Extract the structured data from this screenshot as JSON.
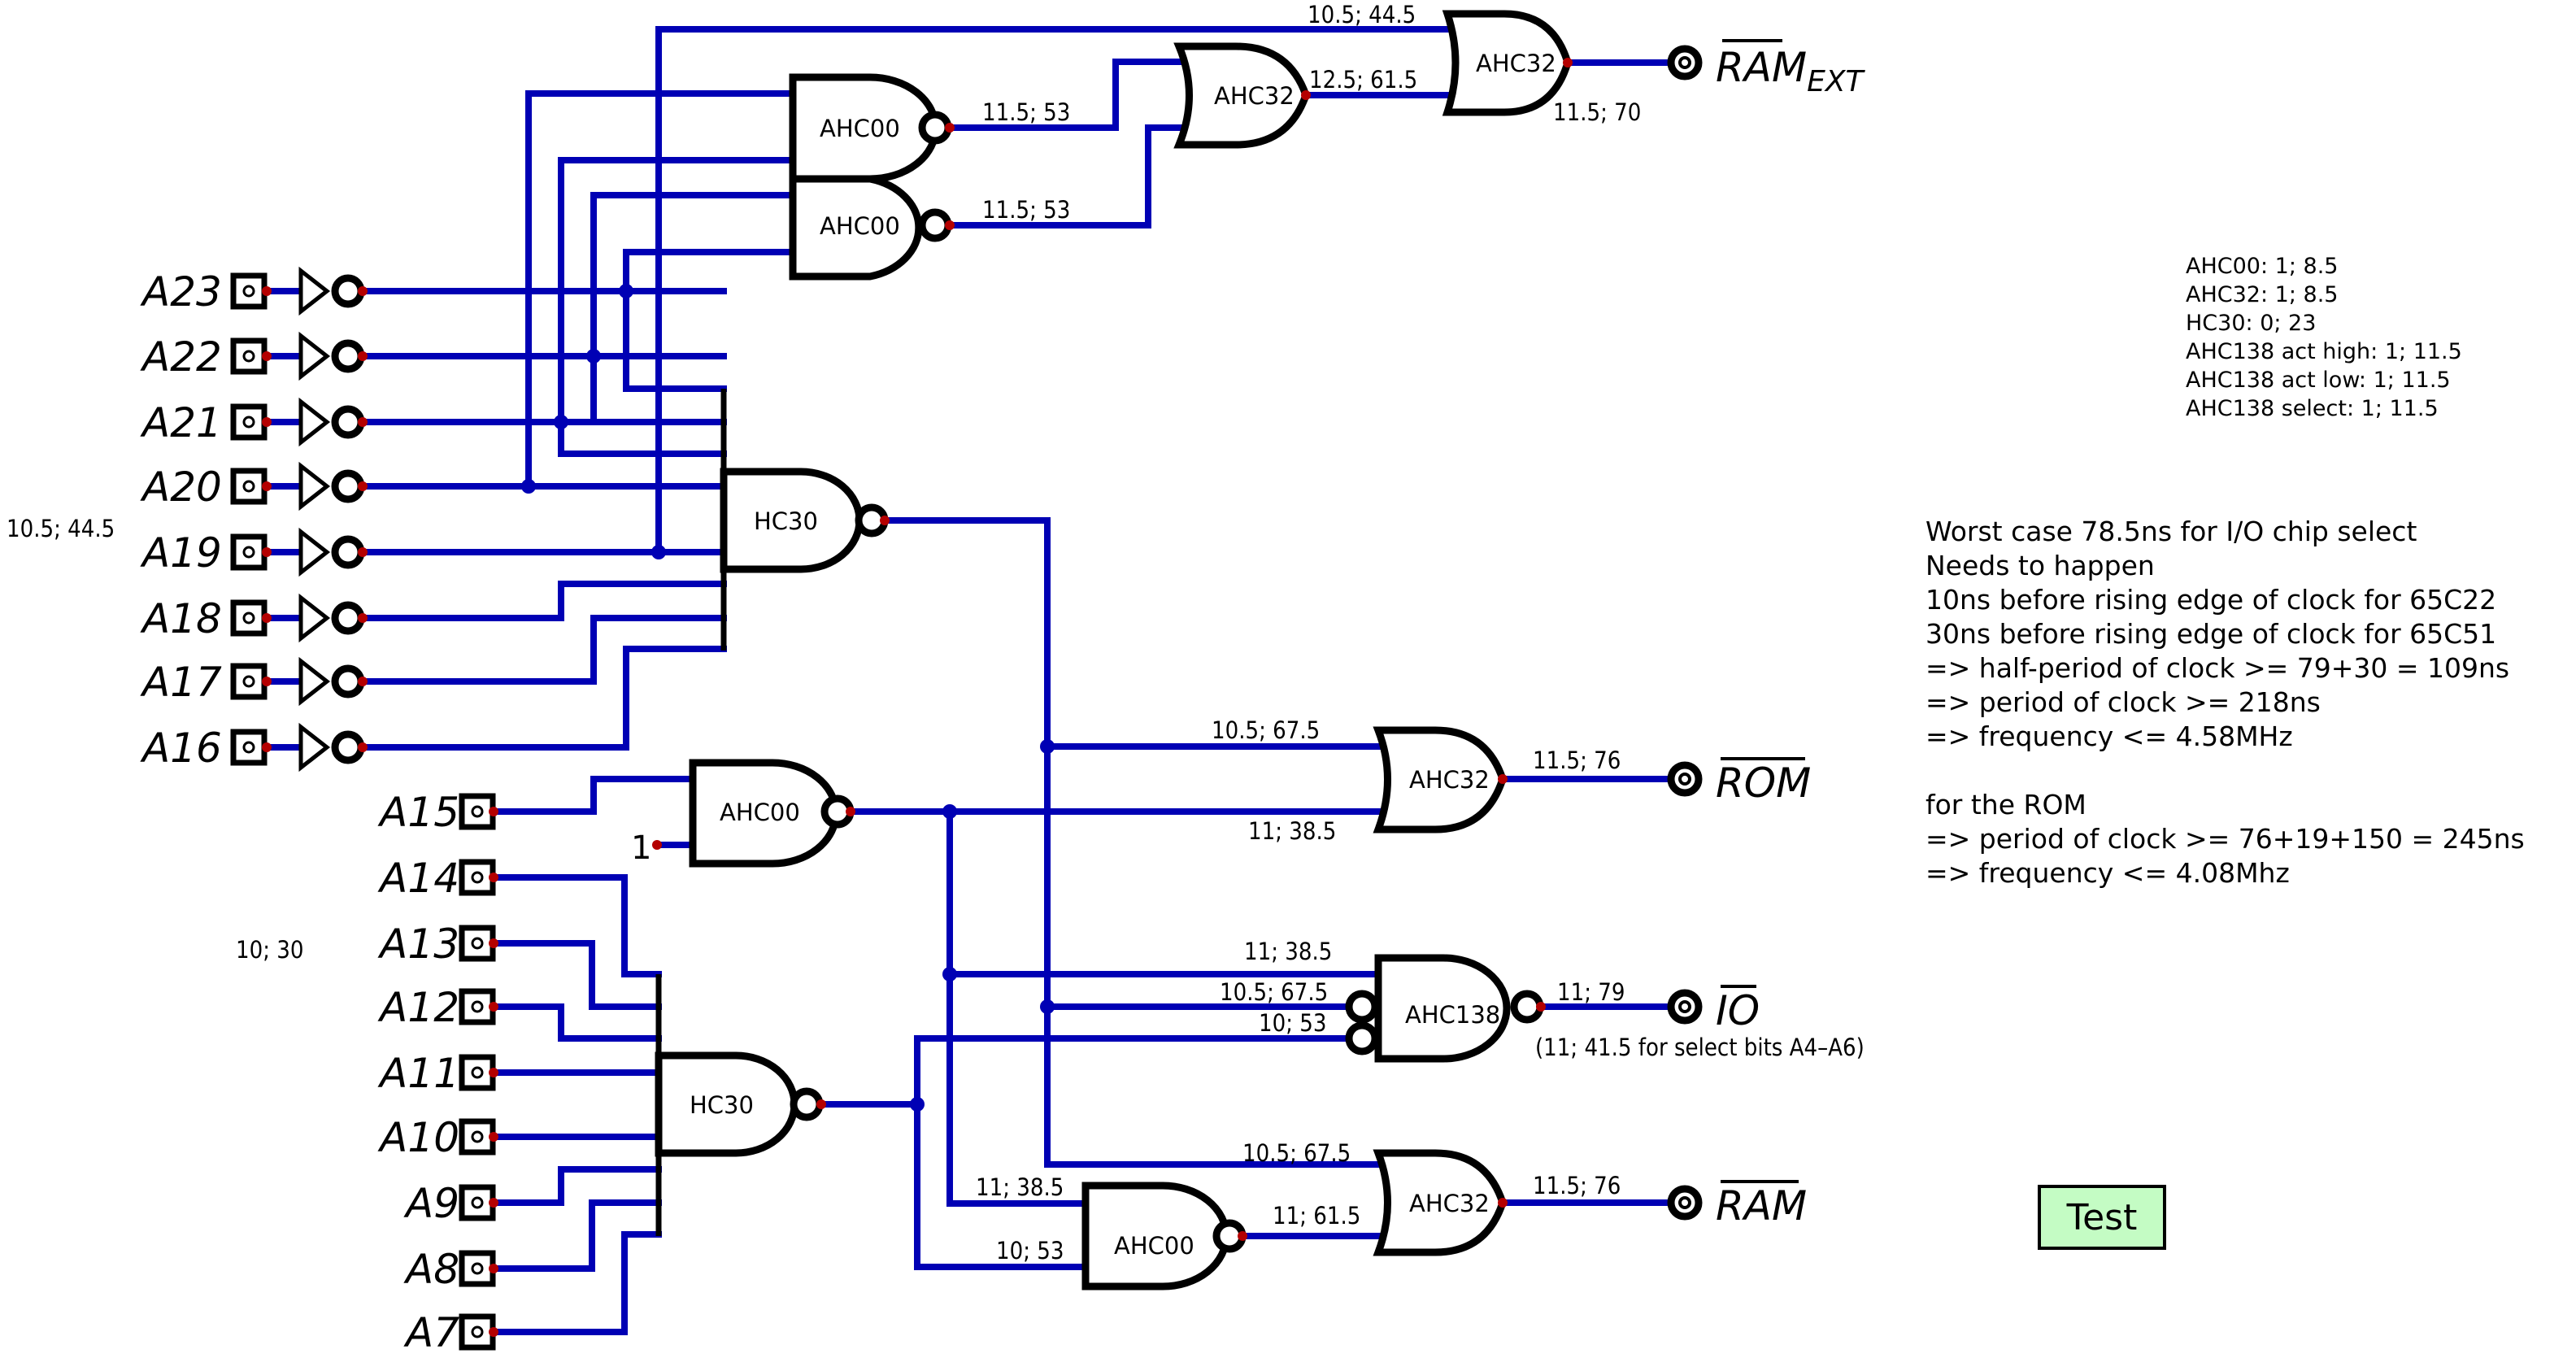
{
  "inputs_upper": [
    "A23",
    "A22",
    "A21",
    "A20",
    "A19",
    "A18",
    "A17",
    "A16"
  ],
  "inputs_lower": [
    "A15",
    "A14",
    "A13",
    "A12",
    "A11",
    "A10",
    "A9",
    "A8",
    "A7"
  ],
  "constant_input": "1",
  "gates": {
    "nand_top1": "AHC00",
    "nand_top2": "AHC00",
    "or_mid": "AHC32",
    "or_ramext": "AHC32",
    "hc30_upper": "HC30",
    "nand_a15": "AHC00",
    "hc30_lower": "HC30",
    "or_rom": "AHC32",
    "decoder_io": "AHC138",
    "nand_ram": "AHC00",
    "or_ram": "AHC32"
  },
  "outputs": {
    "ram_ext": {
      "main": "RAM",
      "sub": "EXT"
    },
    "rom": "ROM",
    "io": "IO",
    "ram": "RAM"
  },
  "timing_labels": {
    "ramext_top_in": "10.5; 44.5",
    "nand_top1_out": "11.5; 53",
    "nand_top2_out": "11.5; 53",
    "or_mid_out": "12.5; 61.5",
    "ramext_out": "11.5; 70",
    "left_upper": "10.5; 44.5",
    "left_lower": "10; 30",
    "rom_in_top": "10.5; 67.5",
    "rom_in_bottom": "11; 38.5",
    "rom_out": "11.5; 76",
    "io_in1": "11; 38.5",
    "io_in2": "10.5; 67.5",
    "io_in3": "10; 53",
    "io_out": "11; 79",
    "io_note": "(11; 41.5 for select bits A4–A6)",
    "ram_in_top": "10.5; 67.5",
    "nand_ram_in1": "11; 38.5",
    "nand_ram_in2": "10; 53",
    "nand_ram_out": "11; 61.5",
    "ram_out": "11.5; 76"
  },
  "delays_legend": [
    "AHC00: 1; 8.5",
    "AHC32: 1; 8.5",
    "HC30: 0; 23",
    "AHC138 act high: 1; 11.5",
    "AHC138 act low: 1; 11.5",
    "AHC138 select: 1; 11.5"
  ],
  "notes": [
    "Worst case 78.5ns for I/O chip select",
    "Needs to happen",
    "10ns before rising edge of clock for 65C22",
    "30ns before rising edge of clock for 65C51",
    "=> half-period of clock >= 79+30 = 109ns",
    "=> period of clock >= 218ns",
    "=> frequency <= 4.58MHz",
    "",
    "for the ROM",
    "=> period of clock >= 76+19+150 = 245ns",
    "=> frequency <= 4.08Mhz"
  ],
  "test_button": "Test",
  "colors": {
    "wire": "#0000b4",
    "output_pin": "#b40000",
    "button_bg": "#c4fcc4"
  }
}
